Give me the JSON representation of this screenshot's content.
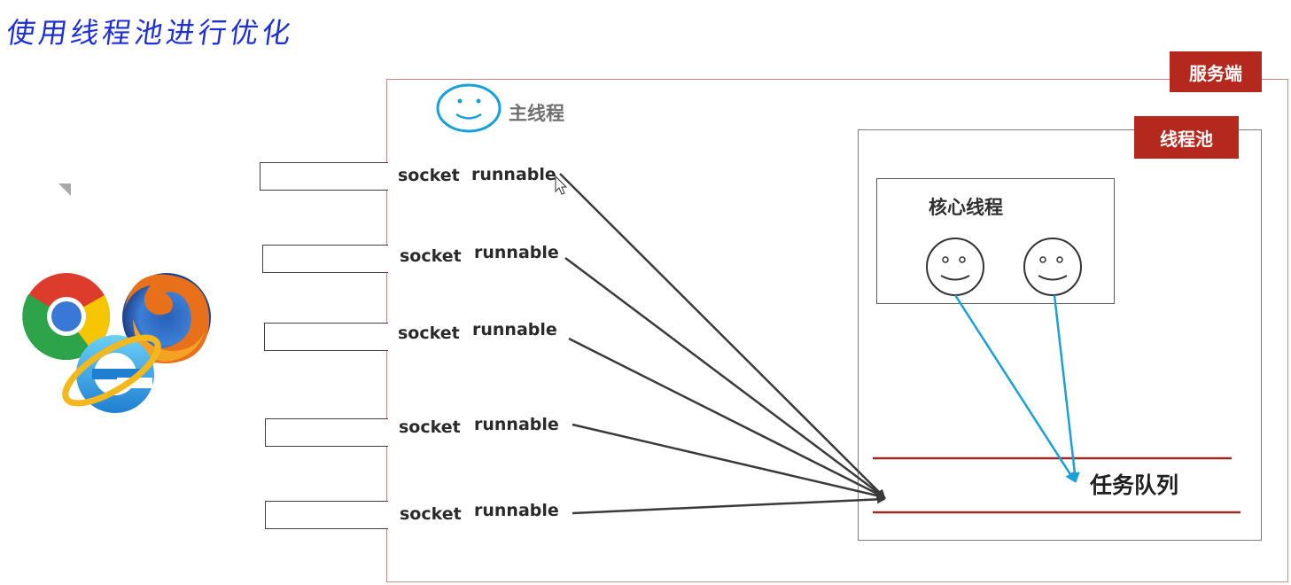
{
  "title": "使用线程池进行优化",
  "server_label": "服务端",
  "thread_pool_label": "线程池",
  "main_thread_label": "主线程",
  "core_threads_label": "核心线程",
  "task_queue_label": "任务队列",
  "connections": [
    {
      "socket": "socket",
      "runnable": "runnable"
    },
    {
      "socket": "socket",
      "runnable": "runnable"
    },
    {
      "socket": "socket",
      "runnable": "runnable"
    },
    {
      "socket": "socket",
      "runnable": "runnable"
    },
    {
      "socket": "socket",
      "runnable": "runnable"
    }
  ],
  "colors": {
    "title": "#1f2fd8",
    "tag_bg": "#b5281e",
    "server_border": "#c98b86",
    "queue_line": "#9a2a22",
    "arrow_task": "#3a3a3a",
    "arrow_worker": "#1aa0d8",
    "main_thread_face": "#1aa0d8"
  },
  "icons": [
    "chrome-icon",
    "firefox-icon",
    "ie-icon",
    "smiley-icon",
    "cursor-icon"
  ]
}
